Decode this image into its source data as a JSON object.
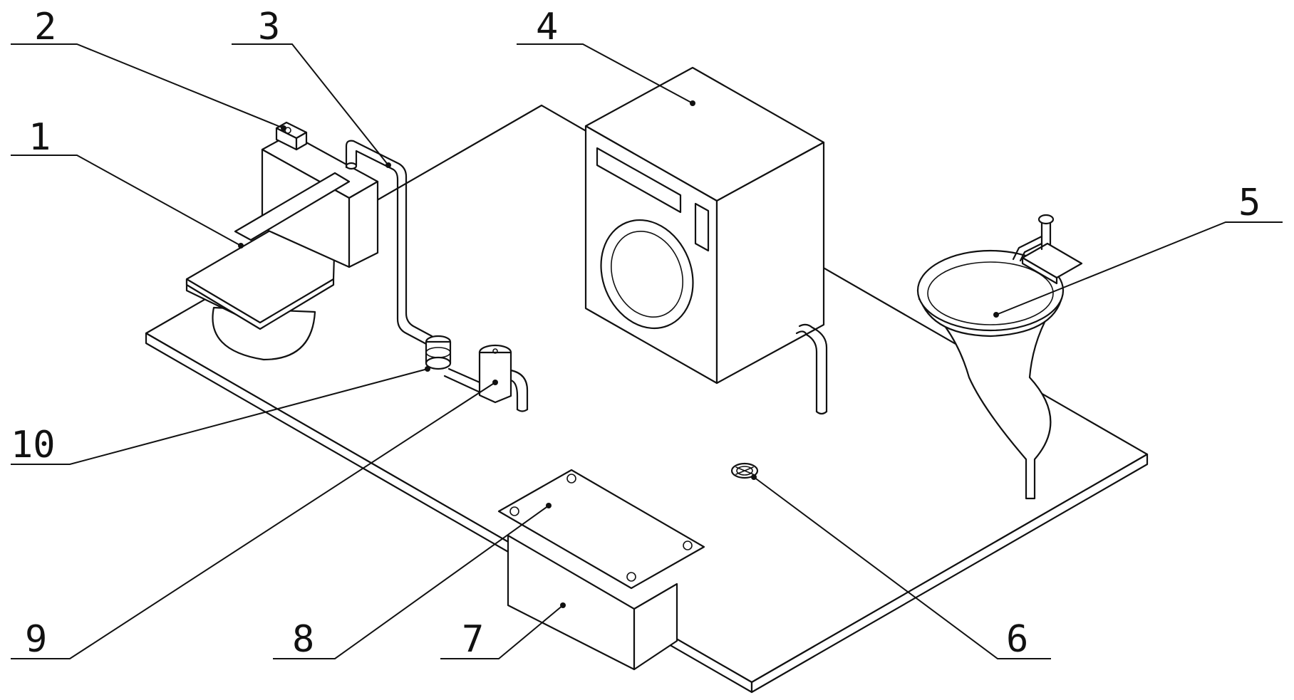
{
  "diagram": {
    "callouts": [
      {
        "id": "c1",
        "label": "1"
      },
      {
        "id": "c2",
        "label": "2"
      },
      {
        "id": "c3",
        "label": "3"
      },
      {
        "id": "c4",
        "label": "4"
      },
      {
        "id": "c5",
        "label": "5"
      },
      {
        "id": "c6",
        "label": "6"
      },
      {
        "id": "c7",
        "label": "7"
      },
      {
        "id": "c8",
        "label": "8"
      },
      {
        "id": "c9",
        "label": "9"
      },
      {
        "id": "c10",
        "label": "10"
      }
    ]
  },
  "colors": {
    "line": "#111111",
    "background": "#ffffff"
  }
}
